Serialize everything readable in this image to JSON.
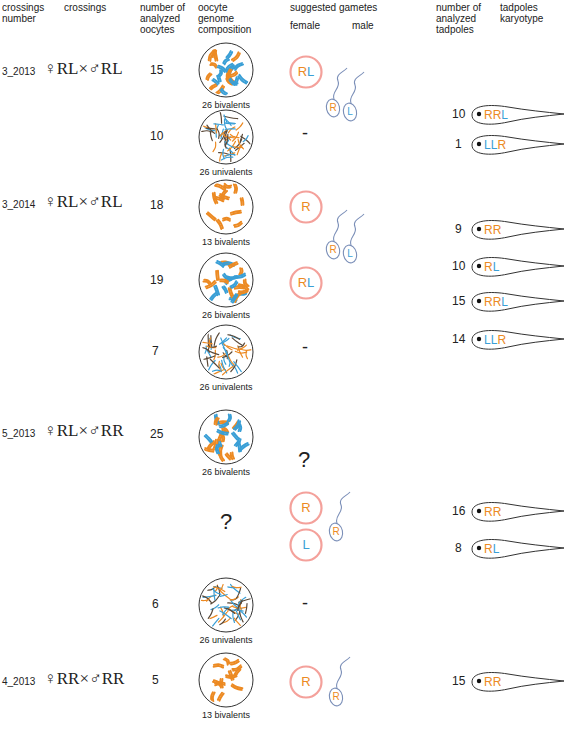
{
  "diagram": {
    "nodes": [
      {
        "text": [
          "26 bivalents"
        ]
      },
      {
        "text": [
          "RL"
        ]
      },
      {
        "text": [
          "R"
        ]
      },
      {
        "text": [
          "L"
        ]
      },
      {
        "text": [
          "RRL"
        ]
      },
      {
        "text": [
          "LLR"
        ]
      },
      {
        "text": [
          "26 univalents"
        ]
      },
      {
        "text": [
          "13 bivalents"
        ]
      },
      {
        "text": [
          "R"
        ]
      },
      {
        "text": [
          "26 bivalents"
        ]
      },
      {
        "text": [
          "RL"
        ]
      },
      {
        "text": [
          "R"
        ]
      },
      {
        "text": [
          "L"
        ]
      },
      {
        "text": [
          "RR"
        ]
      },
      {
        "text": [
          "RL"
        ]
      },
      {
        "text": [
          "RRL"
        ]
      },
      {
        "text": [
          "LLR"
        ]
      },
      {
        "text": [
          "26 univalents"
        ]
      },
      {
        "text": [
          "26 bivalents"
        ]
      },
      {
        "text": [
          "R"
        ]
      },
      {
        "text": [
          "L"
        ]
      },
      {
        "text": [
          "R"
        ]
      },
      {
        "text": [
          "RR"
        ]
      },
      {
        "text": [
          "RL"
        ]
      },
      {
        "text": [
          "26 univalents"
        ]
      },
      {
        "text": [
          "13 bivalents"
        ]
      },
      {
        "text": [
          "R"
        ]
      },
      {
        "text": [
          "R"
        ]
      },
      {
        "text": [
          "RR"
        ]
      }
    ],
    "labels": [
      "crossings number",
      "crossings",
      "number of analyzed oocytes",
      "oocyte genome composition",
      "suggested gametes",
      "female",
      "male",
      "number of analyzed tadpoles",
      "tadpoles karyotype",
      "3_2013",
      "♀RL×♂RL",
      "15",
      "10",
      "-",
      "10",
      "1",
      "3_2014",
      "♀RL×♂RL",
      "18",
      "19",
      "7",
      "-",
      "9",
      "10",
      "15",
      "14",
      "5_2013",
      "♀RL×♂RR",
      "25",
      "?",
      "?",
      "16",
      "8",
      "6",
      "-",
      "4_2013",
      "♀RR×♂RR",
      "5",
      "15"
    ]
  }
}
